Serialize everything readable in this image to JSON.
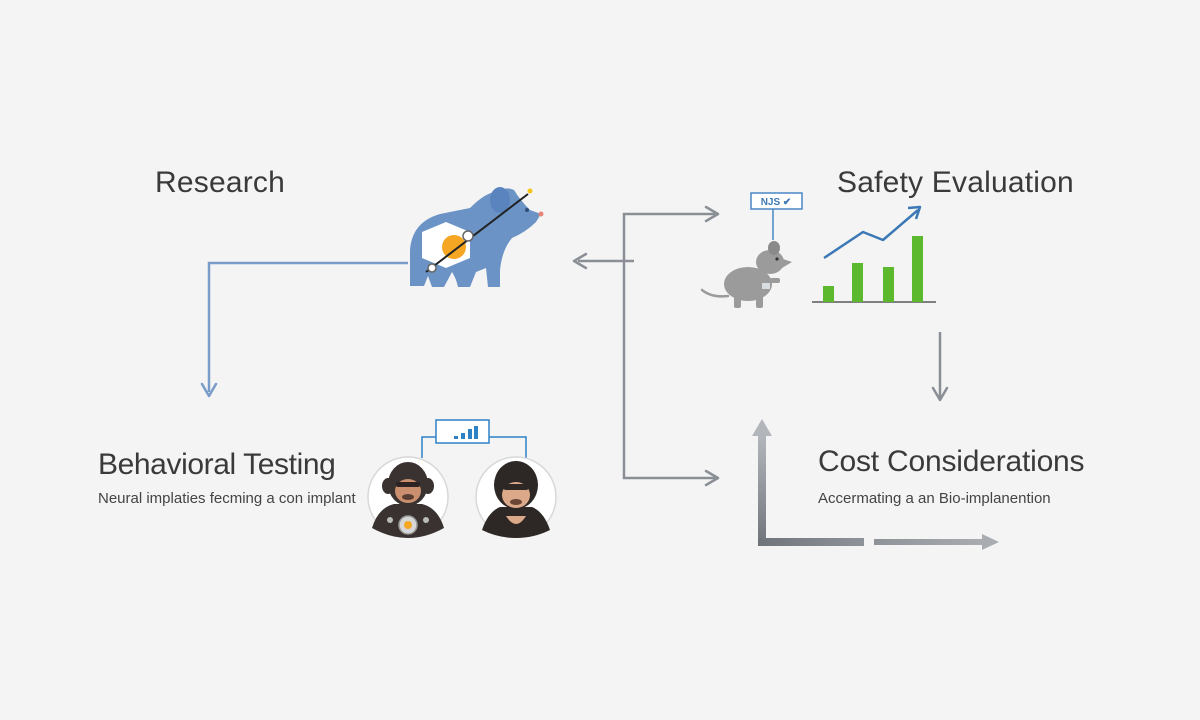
{
  "nodes": {
    "research": {
      "title": "Research"
    },
    "safety": {
      "title": "Safety Evaluation",
      "tag": "NJS ✔"
    },
    "behavioral": {
      "title": "Behavioral Testing",
      "caption": "Neural implaties fecming a con implant"
    },
    "cost": {
      "title": "Cost Considerations",
      "caption": "Accermating a an Bio-implanention"
    }
  },
  "icons": {
    "research": "mouse-with-implant-icon",
    "safety_animal": "rat-icon",
    "safety_chart": "bar-trend-chart-icon",
    "behavioral_a": "monkey-with-implant-icon",
    "behavioral_b": "ape-icon",
    "behavioral_monitor": "signal-bars-icon"
  },
  "colors": {
    "background": "#f4f4f4",
    "text": "#3a3a3a",
    "blue": "#6b93c6",
    "blue_dark": "#3b78b5",
    "orange": "#f5a623",
    "green": "#5cb82d",
    "gray_arrow": "#8a8f96",
    "rat_gray": "#9b9b9b",
    "monkey_dark": "#3a3230",
    "monkey_skin": "#dba98a"
  }
}
